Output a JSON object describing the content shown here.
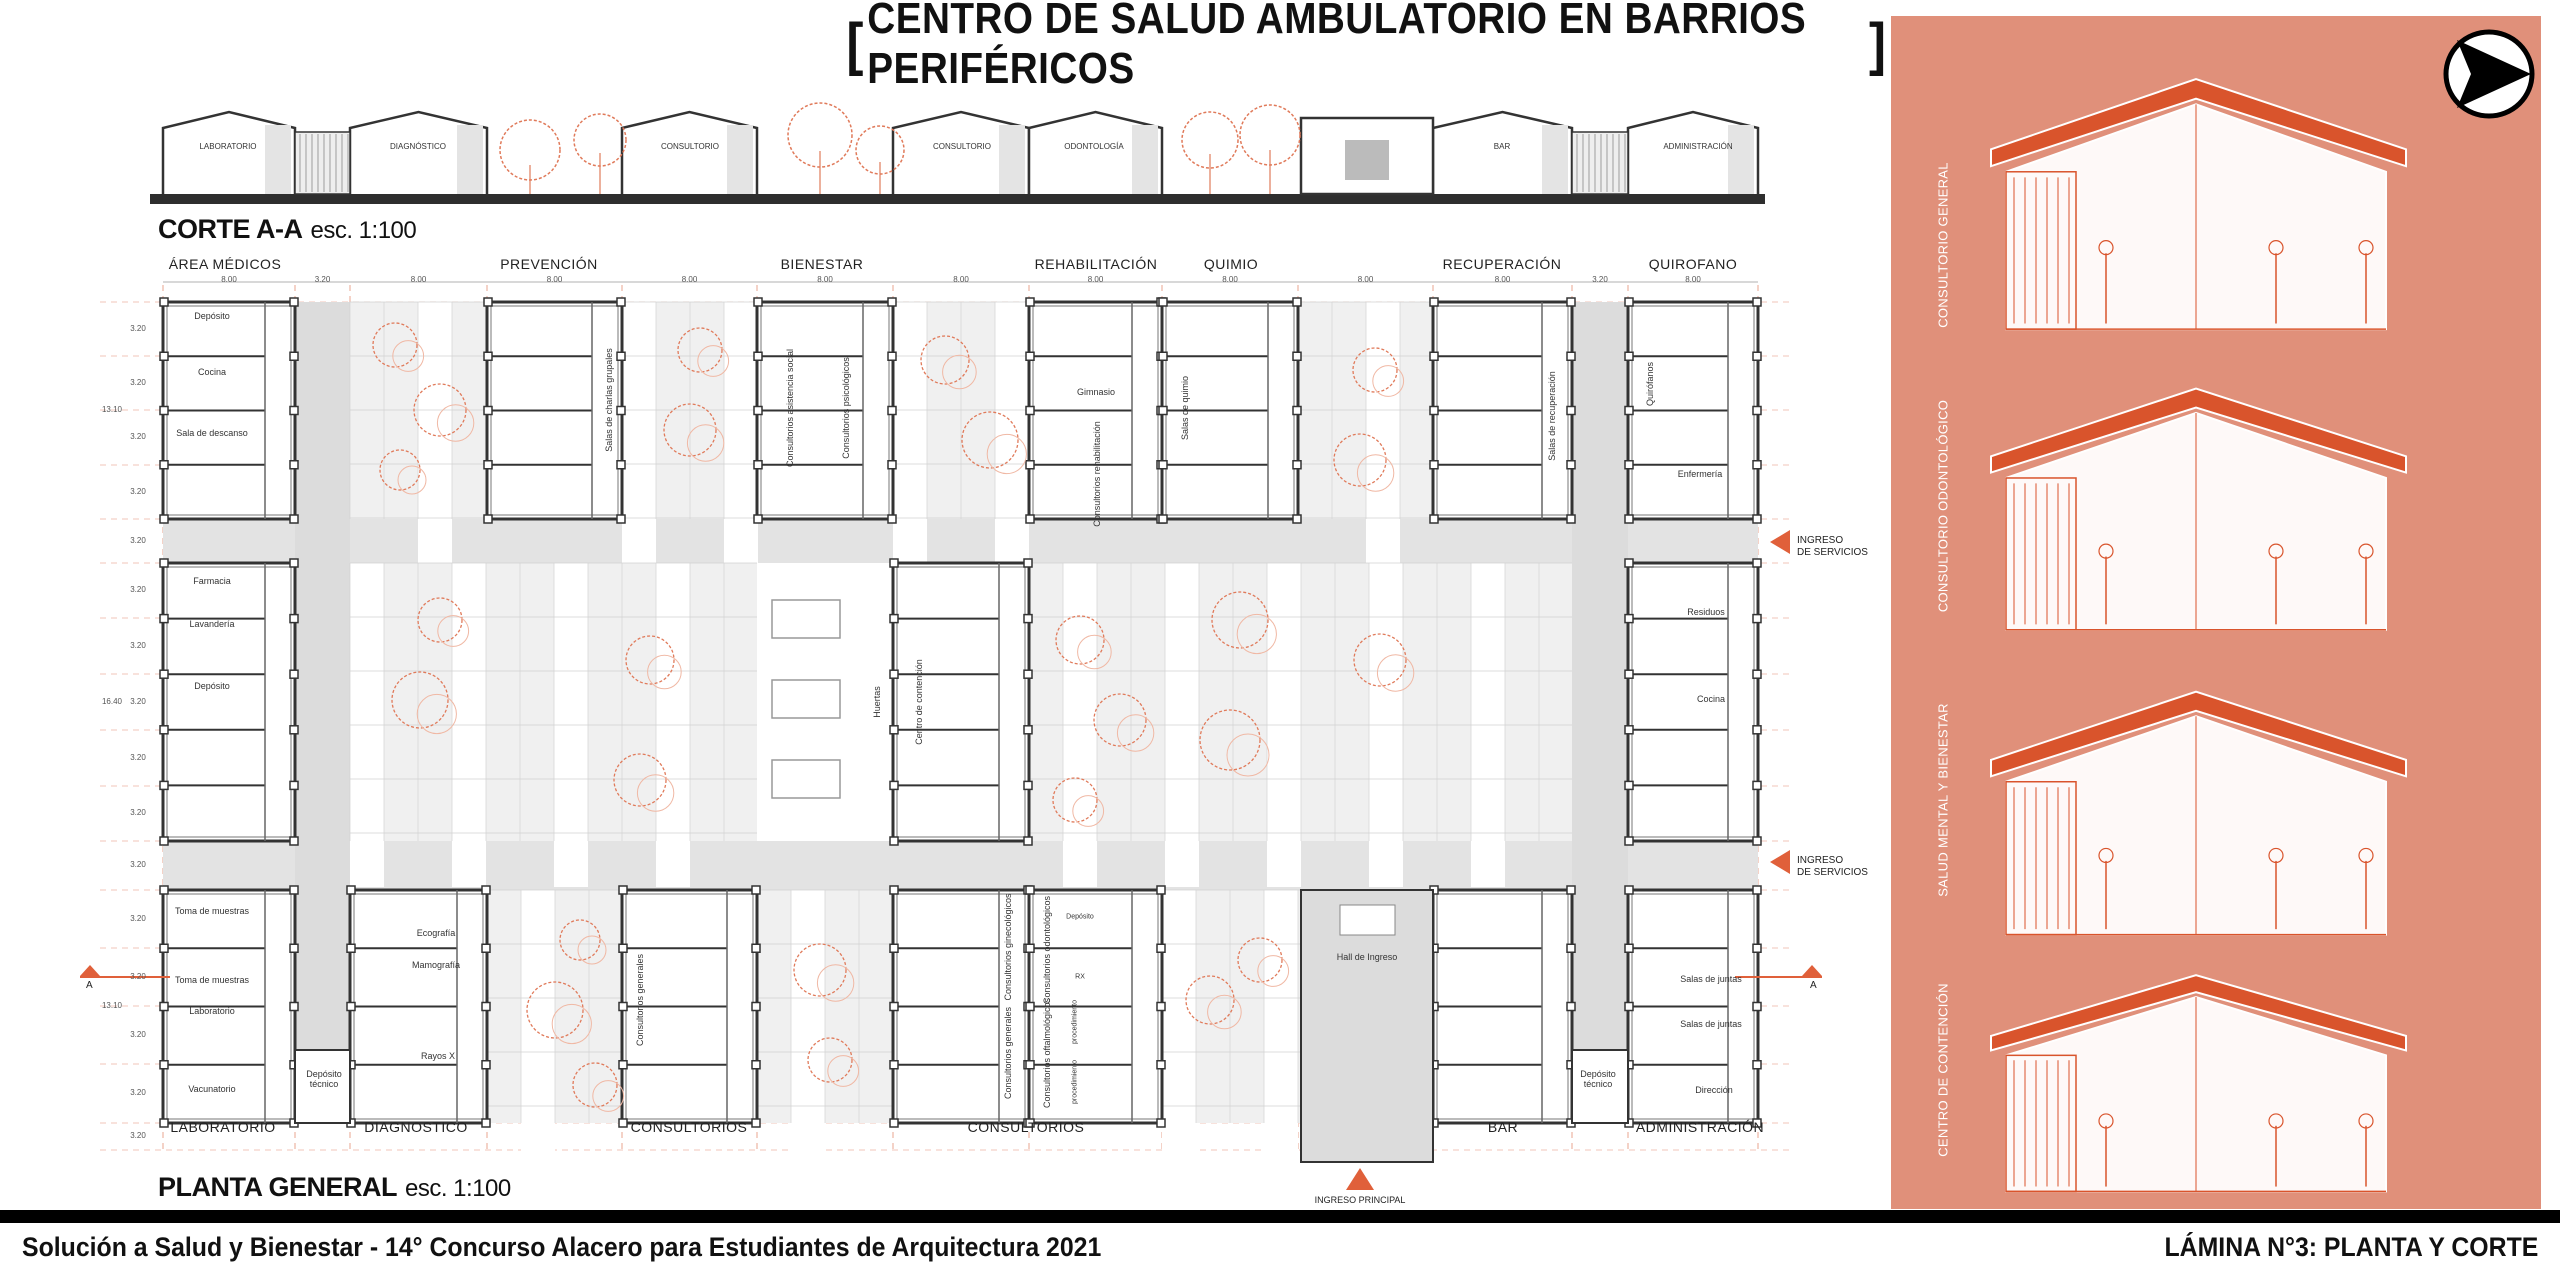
{
  "title": "CENTRO DE SALUD AMBULATORIO EN BARRIOS PERIFÉRICOS",
  "title_brackets": [
    "[",
    "]"
  ],
  "section": {
    "heading": "CORTE A-A",
    "scale": "esc. 1:100",
    "rooms": [
      "LABORATORIO",
      "DIAGNÓSTICO",
      "CONSULTORIO",
      "CONSULTORIO",
      "ODONTOLOGÍA",
      "BAR",
      "ADMINISTRACIÓN"
    ]
  },
  "plan": {
    "heading": "PLANTA GENERAL",
    "scale": "esc. 1:100",
    "top_zones": [
      "ÁREA MÉDICOS",
      "PREVENCIÓN",
      "BIENESTAR",
      "REHABILITACIÓN",
      "QUIMIO",
      "RECUPERACIÓN",
      "QUIROFANO"
    ],
    "bottom_zones": [
      "LABORATORIO",
      "DIAGNOSTICO",
      "CONSULTORIOS",
      "CONSULTORIOS",
      "BAR",
      "ADMINISTRACIÓN"
    ],
    "horizontal_dims": [
      "8.00",
      "3.20",
      "8.00",
      "8.00",
      "8.00",
      "8.00",
      "8.00",
      "8.00",
      "8.00",
      "8.00",
      "8.00",
      "3.20",
      "8.00"
    ],
    "vertical_dims": [
      "3.20",
      "3.20",
      "3.20",
      "3.20",
      "3.20",
      "3.20",
      "3.20",
      "3.20",
      "3.20",
      "3.20",
      "3.20",
      "3.20",
      "3.20",
      "3.20",
      "3.20",
      "3.20"
    ],
    "vertical_totals": [
      "13.10",
      "16.40",
      "13.10"
    ],
    "rooms_top": {
      "deposito": "Depósito",
      "cocina": "Cocina",
      "sala_descanso": "Sala de descanso",
      "salas_charlas": "Salas de charlas grupales",
      "asistencia_social": "Consultorios asistencia social",
      "psicologicos": "Consultorios psicológicos",
      "gimnasio": "Gimnasio",
      "rehabilitacion": "Consultorios rehabilitación",
      "quimio": "Salas de quimio",
      "recuperacion": "Salas de recuperación",
      "quirofanos": "Quirófanos",
      "enfermeria": "Enfermería"
    },
    "rooms_middle": {
      "farmacia": "Farmacia",
      "lavanderia": "Lavandería",
      "deposito": "Depósito",
      "huertas": "Huertas",
      "centro_contencion": "Centro de contención",
      "residuos": "Residuos",
      "cocina": "Cocina"
    },
    "rooms_bottom": {
      "toma1": "Toma de muestras",
      "toma2": "Toma de muestras",
      "laboratorio": "Laboratorio",
      "vacunatorio": "Vacunatorio",
      "deposito_tecnico": "Depósito técnico",
      "ecografia": "Ecografía",
      "mamografia": "Mamografía",
      "rayos_x": "Rayos X",
      "generales1": "Consultorios generales",
      "ginecologicos": "Consultorios ginecológicos",
      "generales2": "Consultorios generales",
      "odontologicos": "Consultorios odontológicos",
      "oftalmologicos": "Consultorios oftalmológicos",
      "deposito": "Depósito",
      "rx": "RX",
      "procedimiento": "procedimiento",
      "hall": "Hall de Ingreso",
      "deposito_tecnico2": "Depósito técnico",
      "juntas1": "Salas de juntas",
      "juntas2": "Salas de juntas",
      "direccion": "Dirección"
    },
    "ingreso_servicios": [
      "INGRESO",
      "DE SERVICIOS"
    ],
    "ingreso_principal": "INGRESO PRINCIPAL",
    "section_marker": "A"
  },
  "perspectives": [
    "CONSULTORIO GENERAL",
    "CONSULTORIO ODONTOLÓGICO",
    "SALUD MENTAL Y BIENESTAR",
    "CENTRO DE CONTENCIÓN"
  ],
  "footer": {
    "left": "Solución a Salud y Bienestar - 14° Concurso Alacero para Estudiantes de Arquitectura 2021",
    "right": "LÁMINA N°3: PLANTA Y CORTE"
  },
  "colors": {
    "accent": "#e0603a",
    "panel": "#e0907a",
    "tree": "#e07a5a",
    "corridor": "#e3e3e3",
    "wall": "#333333"
  }
}
